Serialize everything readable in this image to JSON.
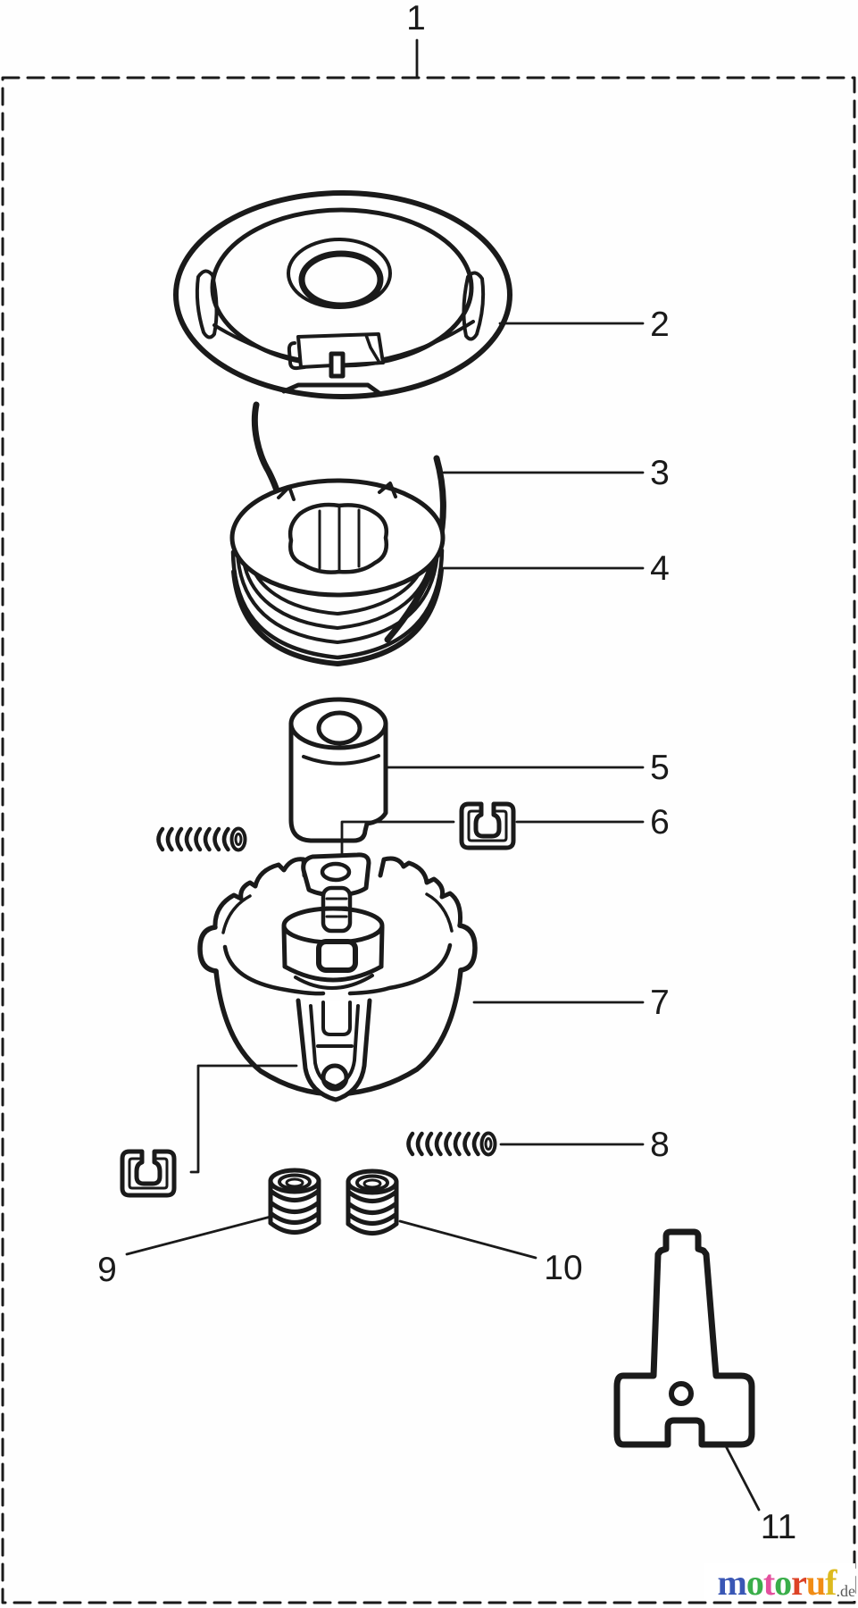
{
  "diagram": {
    "line_color": "#1a1a1a",
    "callouts": [
      {
        "id": "1"
      },
      {
        "id": "2"
      },
      {
        "id": "3"
      },
      {
        "id": "4"
      },
      {
        "id": "5"
      },
      {
        "id": "6"
      },
      {
        "id": "7"
      },
      {
        "id": "8"
      },
      {
        "id": "9"
      },
      {
        "id": "10"
      },
      {
        "id": "11"
      }
    ]
  },
  "watermark": {
    "letters": [
      {
        "char": "m",
        "color": "#3a57b5"
      },
      {
        "char": "o",
        "color": "#3aae4a"
      },
      {
        "char": "t",
        "color": "#e4509e"
      },
      {
        "char": "o",
        "color": "#3aae4a"
      },
      {
        "char": "r",
        "color": "#dd4327"
      },
      {
        "char": "u",
        "color": "#f18c15"
      },
      {
        "char": "f",
        "color": "#ddb91e"
      }
    ],
    "suffix": ".de",
    "suffix_color": "#5a5a5a"
  }
}
